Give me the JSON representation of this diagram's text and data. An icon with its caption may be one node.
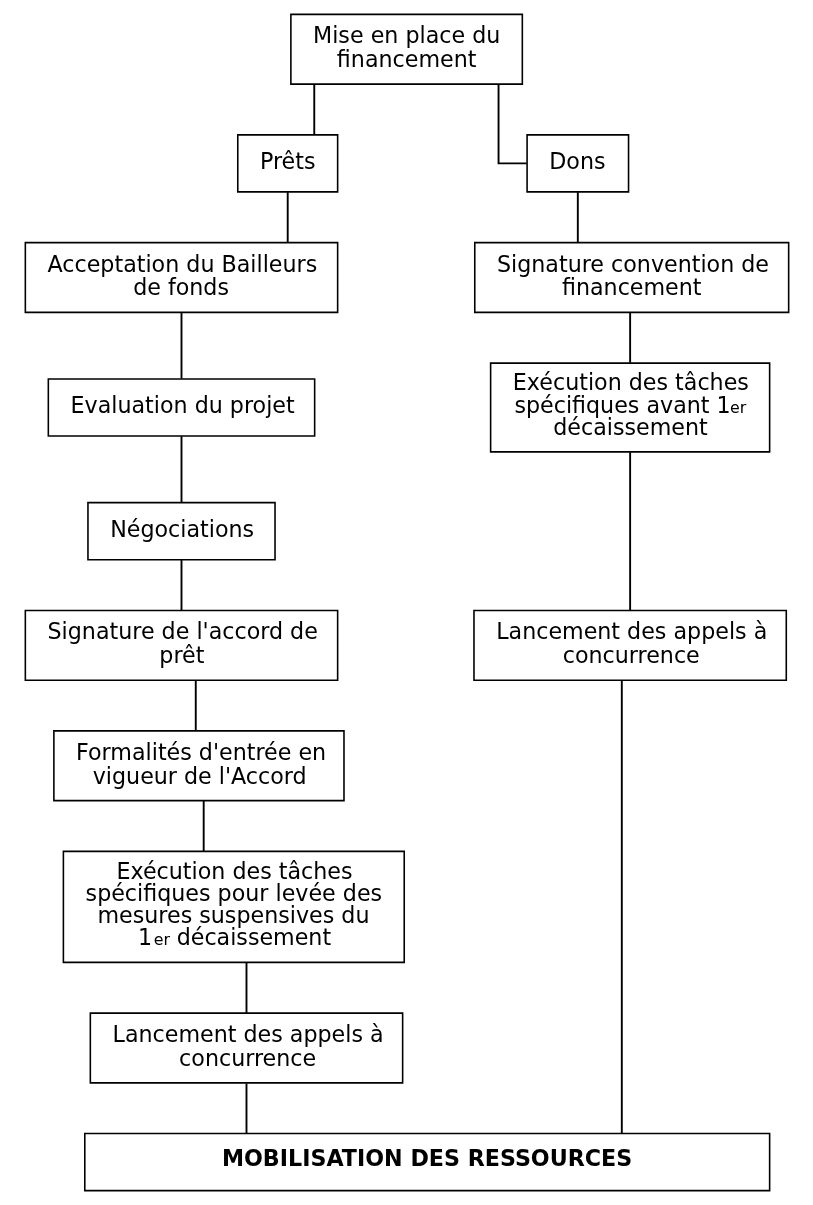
{
  "diagram": {
    "nodes": [
      {
        "text": [
          "Mise en place du financement"
        ]
      },
      {
        "text": [
          "Prêts"
        ]
      },
      {
        "text": [
          "Dons"
        ]
      },
      {
        "text": [
          "Acceptation du Bailleurs de fonds"
        ]
      },
      {
        "text": [
          "Evaluation du projet"
        ]
      },
      {
        "text": [
          "Négociations"
        ]
      },
      {
        "text": [
          "Signature de l'accord de prêt"
        ]
      },
      {
        "text": [
          "Formalités d'entrée en vigueur de l'Accord"
        ]
      },
      {
        "text": [
          "Exécution des tâches spécifiques pour levée des mesures suspensives du 1$^{er}$ décaissement"
        ]
      },
      {
        "text": [
          "Lancement des appels à concurrence"
        ]
      },
      {
        "text": [
          "Signature convention de financement"
        ]
      },
      {
        "text": [
          "Exécution des tâches spécifiques avant 1$^{er}$ décaissement"
        ]
      },
      {
        "text": [
          "Lancement des appels à concurrence"
        ]
      },
      {
        "text": [
          "MOBILISATION DES RESSOURCES"
        ]
      }
    ],
    "edges": [
      {
        "from": 0,
        "to": 1,
        "arrow": "none"
      },
      {
        "from": 0,
        "to": 2,
        "arrow": "none"
      },
      {
        "from": 1,
        "to": 3,
        "arrow": "none"
      },
      {
        "from": 3,
        "to": 4,
        "arrow": "none"
      },
      {
        "from": 4,
        "to": 5,
        "arrow": "none"
      },
      {
        "from": 5,
        "to": 6,
        "arrow": "none"
      },
      {
        "from": 6,
        "to": 7,
        "arrow": "none"
      },
      {
        "from": 7,
        "to": 8,
        "arrow": "none"
      },
      {
        "from": 8,
        "to": 9,
        "arrow": "none"
      },
      {
        "from": 9,
        "to": 13,
        "arrow": "none"
      },
      {
        "from": 2,
        "to": 10,
        "arrow": "none"
      },
      {
        "from": 10,
        "to": 11,
        "arrow": "none"
      },
      {
        "from": 11,
        "to": 12,
        "arrow": "none"
      },
      {
        "from": 12,
        "to": 13,
        "arrow": "none"
      }
    ]
  }
}
